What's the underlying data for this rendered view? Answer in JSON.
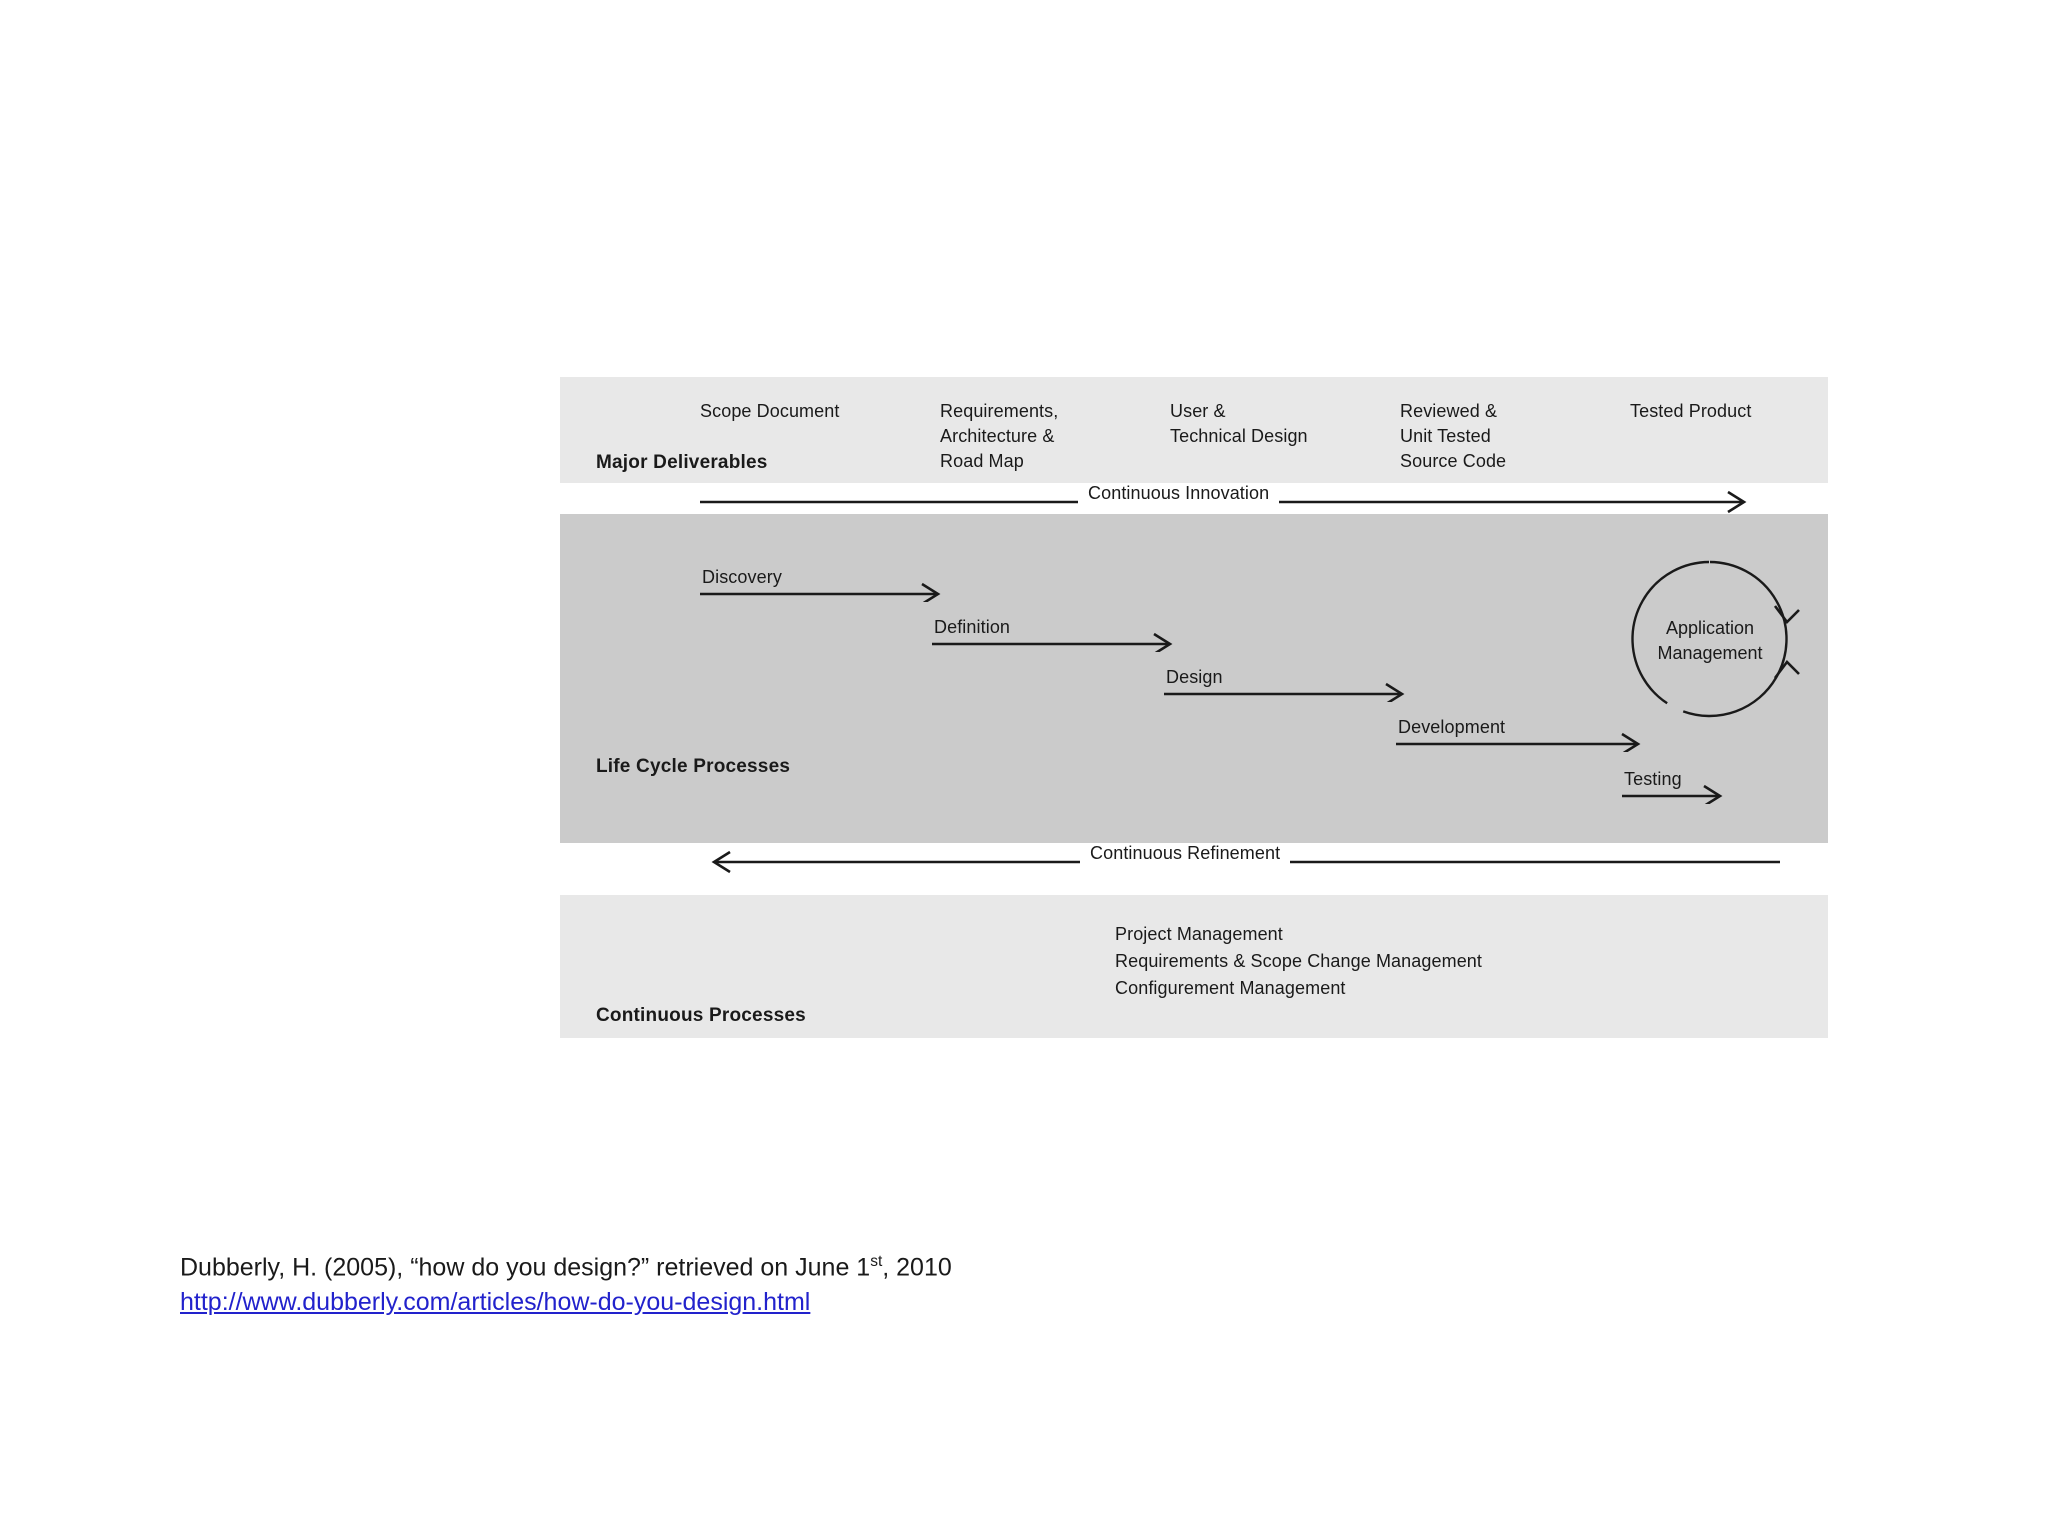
{
  "diagram": {
    "bands": {
      "deliverables": {
        "title": "Major Deliverables",
        "items": [
          "Scope Document",
          "Requirements,\nArchitecture &\nRoad Map",
          "User &\nTechnical Design",
          "Reviewed &\nUnit Tested\nSource Code",
          "Tested Product"
        ]
      },
      "lifecycle": {
        "title": "Life Cycle Processes",
        "stages": [
          "Discovery",
          "Definition",
          "Design",
          "Development",
          "Testing"
        ],
        "cycle_label": "Application\nManagement"
      },
      "continuous": {
        "title": "Continuous Processes",
        "items": [
          "Project Management",
          "Requirements & Scope Change Management",
          "Configurement Management"
        ]
      }
    },
    "flows": {
      "innovation": "Continuous Innovation",
      "refinement": "Continuous Refinement"
    },
    "colors": {
      "band_light": "#e8e8e8",
      "band_dark": "#cbcbcb",
      "text": "#1a1a1a",
      "link": "#2222cc"
    }
  },
  "citation": {
    "text_before_sup": "Dubberly, H. (2005), “how do you design?” retrieved on June 1",
    "sup": "st",
    "text_after_sup": ", 2010",
    "url": "http://www.dubberly.com/articles/how-do-you-design.html"
  }
}
